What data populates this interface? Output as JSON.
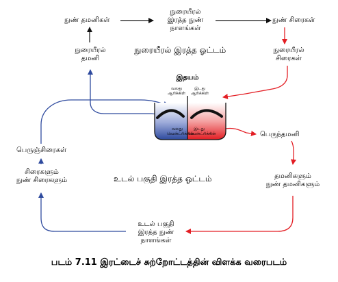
{
  "nodes": {
    "pulmonary_capillaries_top": "நுண் தமனிகள்",
    "pulmonary_capillary_network": [
      "நுரையீரல்",
      "இரத்த நுண்",
      "நாளங்கள்"
    ],
    "pulmonary_venules": "நுண் சிரைகள்",
    "pulmonary_artery": [
      "நுரையீரல்",
      "தமனி"
    ],
    "pulmonary_veins": [
      "நுரையீரல்",
      "சிரைகள்"
    ],
    "aorta": "பெருந்தமனி",
    "vena_cava": "பெருஞ்சிரைகள்",
    "veins_venules": [
      "சிரைகளும்",
      "நுண் சிரைகளும்"
    ],
    "arteries_arterioles": [
      "தமனிகளும்",
      "நுண் தமனிகளும்"
    ],
    "body_capillaries": [
      "உடல் பகுதி",
      "இரத்த நுண்",
      "நாளங்கள்"
    ]
  },
  "regions": {
    "pulmonary_circulation": "நுரையீரல் இரத்த ஓட்டம்",
    "systemic_circulation": "உடல் பகுதி இரத்த ஓட்டம்"
  },
  "heart": {
    "title": "இதயம்",
    "right_atrium": [
      "வலது",
      "ஆரிக்கிள்"
    ],
    "left_atrium": [
      "இடது",
      "ஆரிக்கிள்"
    ],
    "right_ventricle": [
      "வலது",
      "வென்ட்ரிக்கிள்"
    ],
    "left_ventricle": [
      "இடது",
      "வென்ட்ரிக்கிள்"
    ]
  },
  "caption": "படம் 7.11 இரட்டைச் சுற்றோட்டத்தின் விளக்க வரைபடம்",
  "colors": {
    "oxygenated": "#e31e24",
    "deoxygenated": "#2e4a9e",
    "line": "#111111"
  }
}
